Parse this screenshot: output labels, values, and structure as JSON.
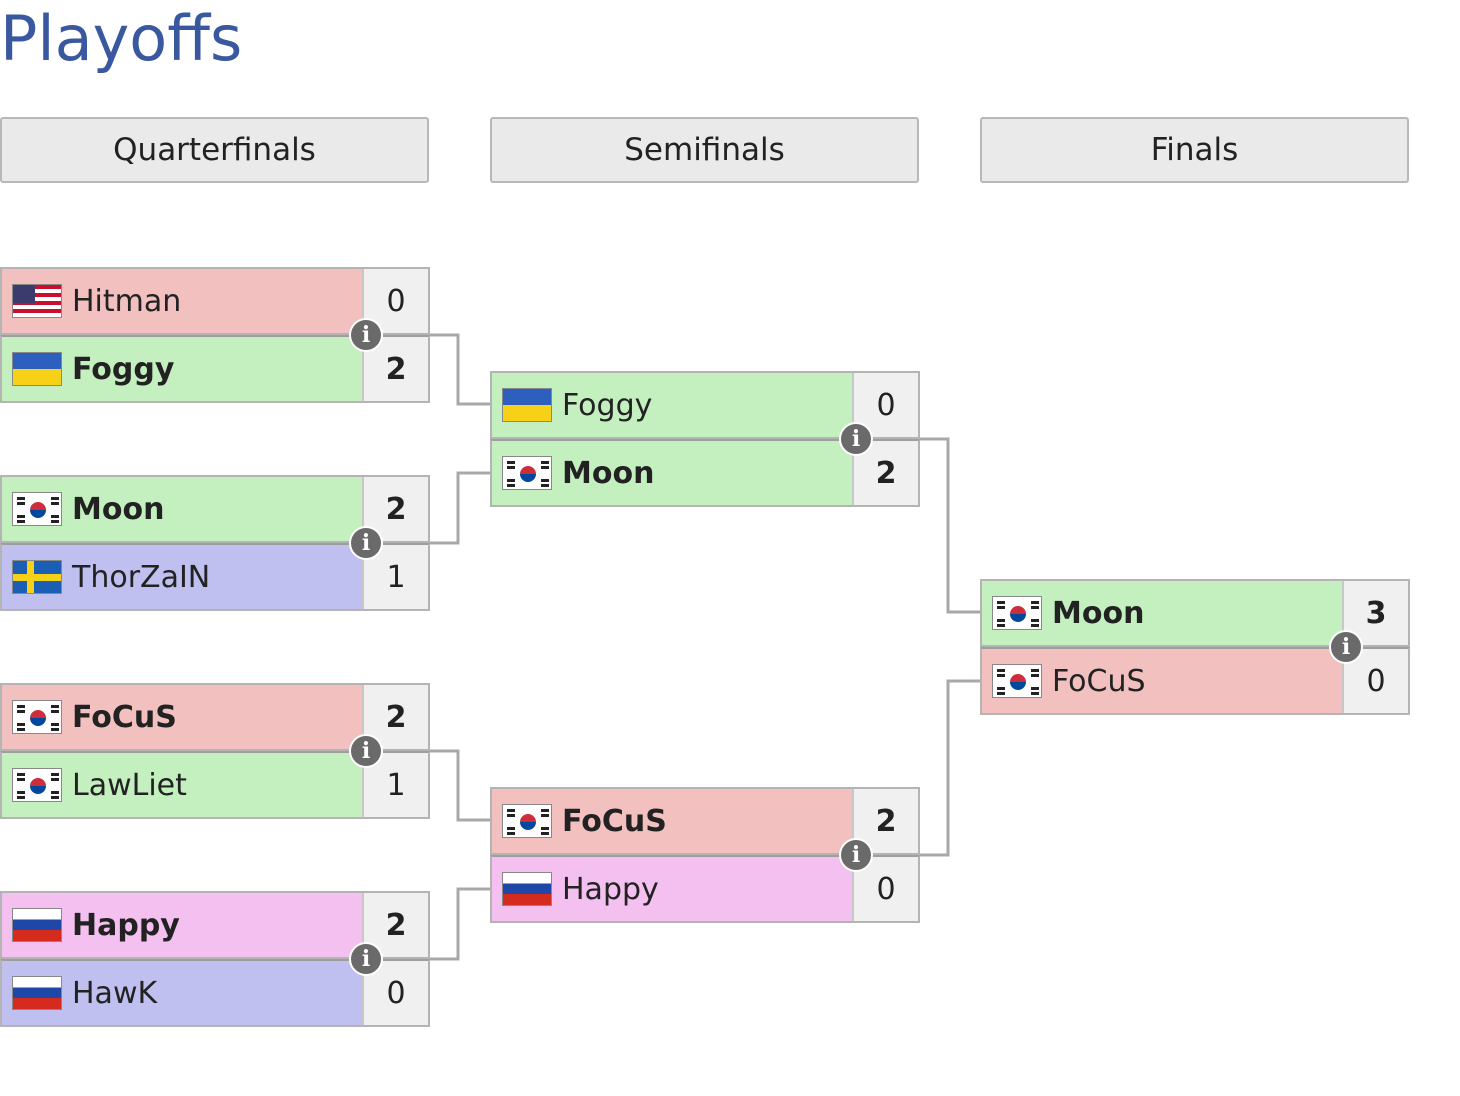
{
  "page": {
    "title": "Playoffs"
  },
  "rounds": {
    "r1": "Quarterfinals",
    "r2": "Semifinals",
    "r3": "Finals"
  },
  "info_glyph": "i",
  "matches": {
    "qf1": {
      "top": {
        "name": "Hitman",
        "flag": "us-flag-icon",
        "score": "0",
        "color": "#f3c0c0"
      },
      "bot": {
        "name": "Foggy",
        "flag": "ukraine-flag-icon",
        "score": "2",
        "color": "#c4f0c0"
      }
    },
    "qf2": {
      "top": {
        "name": "Moon",
        "flag": "korea-flag-icon",
        "score": "2",
        "color": "#c4f0c0"
      },
      "bot": {
        "name": "ThorZaIN",
        "flag": "sweden-flag-icon",
        "score": "1",
        "color": "#c0c0f0"
      }
    },
    "qf3": {
      "top": {
        "name": "FoCuS",
        "flag": "korea-flag-icon",
        "score": "2",
        "color": "#f3c0c0"
      },
      "bot": {
        "name": "LawLiet",
        "flag": "korea-flag-icon",
        "score": "1",
        "color": "#c4f0c0"
      }
    },
    "qf4": {
      "top": {
        "name": "Happy",
        "flag": "russia-flag-icon",
        "score": "2",
        "color": "#f3c0f0"
      },
      "bot": {
        "name": "HawK",
        "flag": "russia-flag-icon",
        "score": "0",
        "color": "#c0c0f0"
      }
    },
    "sf1": {
      "top": {
        "name": "Foggy",
        "flag": "ukraine-flag-icon",
        "score": "0",
        "color": "#c4f0c0"
      },
      "bot": {
        "name": "Moon",
        "flag": "korea-flag-icon",
        "score": "2",
        "color": "#c4f0c0"
      }
    },
    "sf2": {
      "top": {
        "name": "FoCuS",
        "flag": "korea-flag-icon",
        "score": "2",
        "color": "#f3c0c0"
      },
      "bot": {
        "name": "Happy",
        "flag": "russia-flag-icon",
        "score": "0",
        "color": "#f3c0f0"
      }
    },
    "f1": {
      "top": {
        "name": "Moon",
        "flag": "korea-flag-icon",
        "score": "3",
        "color": "#c4f0c0"
      },
      "bot": {
        "name": "FoCuS",
        "flag": "korea-flag-icon",
        "score": "0",
        "color": "#f3c0c0"
      }
    }
  }
}
